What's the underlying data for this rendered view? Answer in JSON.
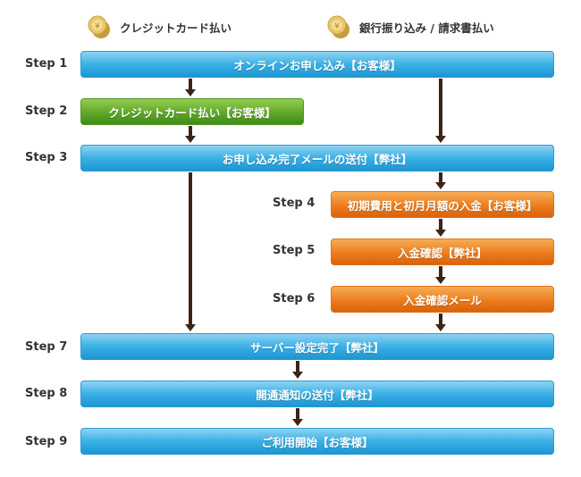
{
  "header": {
    "credit_label": "クレジットカード払い",
    "bank_label": "銀行振り込み / 請求書払い",
    "icon": "coin-icon"
  },
  "steps": [
    {
      "label": "Step 1",
      "text": "オンラインお申し込み【お客様】",
      "color": "blue"
    },
    {
      "label": "Step 2",
      "text": "クレジットカード払い【お客様】",
      "color": "green"
    },
    {
      "label": "Step 3",
      "text": "お申し込み完了メールの送付【弊社】",
      "color": "blue"
    },
    {
      "label": "Step 4",
      "text": "初期費用と初月月額の入金【お客様】",
      "color": "orange"
    },
    {
      "label": "Step 5",
      "text": "入金確認【弊社】",
      "color": "orange"
    },
    {
      "label": "Step 6",
      "text": "入金確認メール",
      "color": "orange"
    },
    {
      "label": "Step 7",
      "text": "サーバー設定完了【弊社】",
      "color": "blue"
    },
    {
      "label": "Step 8",
      "text": "開通通知の送付【弊社】",
      "color": "blue"
    },
    {
      "label": "Step 9",
      "text": "ご利用開始【お客様】",
      "color": "blue"
    }
  ],
  "colors": {
    "blue": "#1d95d2",
    "green": "#5fa82a",
    "orange": "#ec7d1e",
    "arrow": "#3d2415"
  }
}
